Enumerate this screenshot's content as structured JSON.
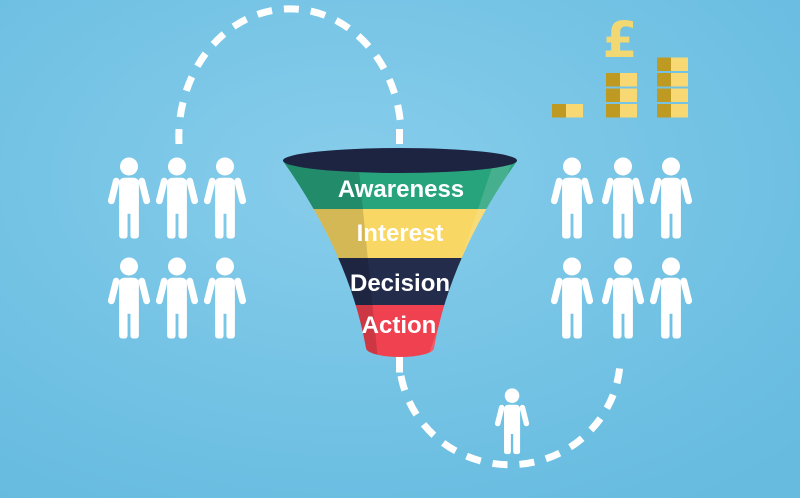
{
  "funnel": {
    "stages": [
      {
        "label": "Awareness",
        "color": "#28a47c"
      },
      {
        "label": "Interest",
        "color": "#f8d765"
      },
      {
        "label": "Decision",
        "color": "#232c4b"
      },
      {
        "label": "Action",
        "color": "#ef4150"
      }
    ],
    "mouth_color": "#1c2441",
    "label_color": "#ffffff"
  },
  "audience": {
    "left_group_count": 6,
    "right_group_count": 6,
    "converted_count": 1,
    "icon_color": "#ffffff"
  },
  "money": {
    "currency_symbol": "£",
    "stack_coin_counts": [
      1,
      3,
      4
    ],
    "coin_dark_color": "#bf9a22",
    "coin_light_color": "#f7d873",
    "symbol_color": "#f2d873"
  },
  "flow_path": {
    "dash_color": "#ffffff"
  },
  "background": {
    "center_color": "#88cdeb",
    "edge_color": "#66bbdf"
  }
}
